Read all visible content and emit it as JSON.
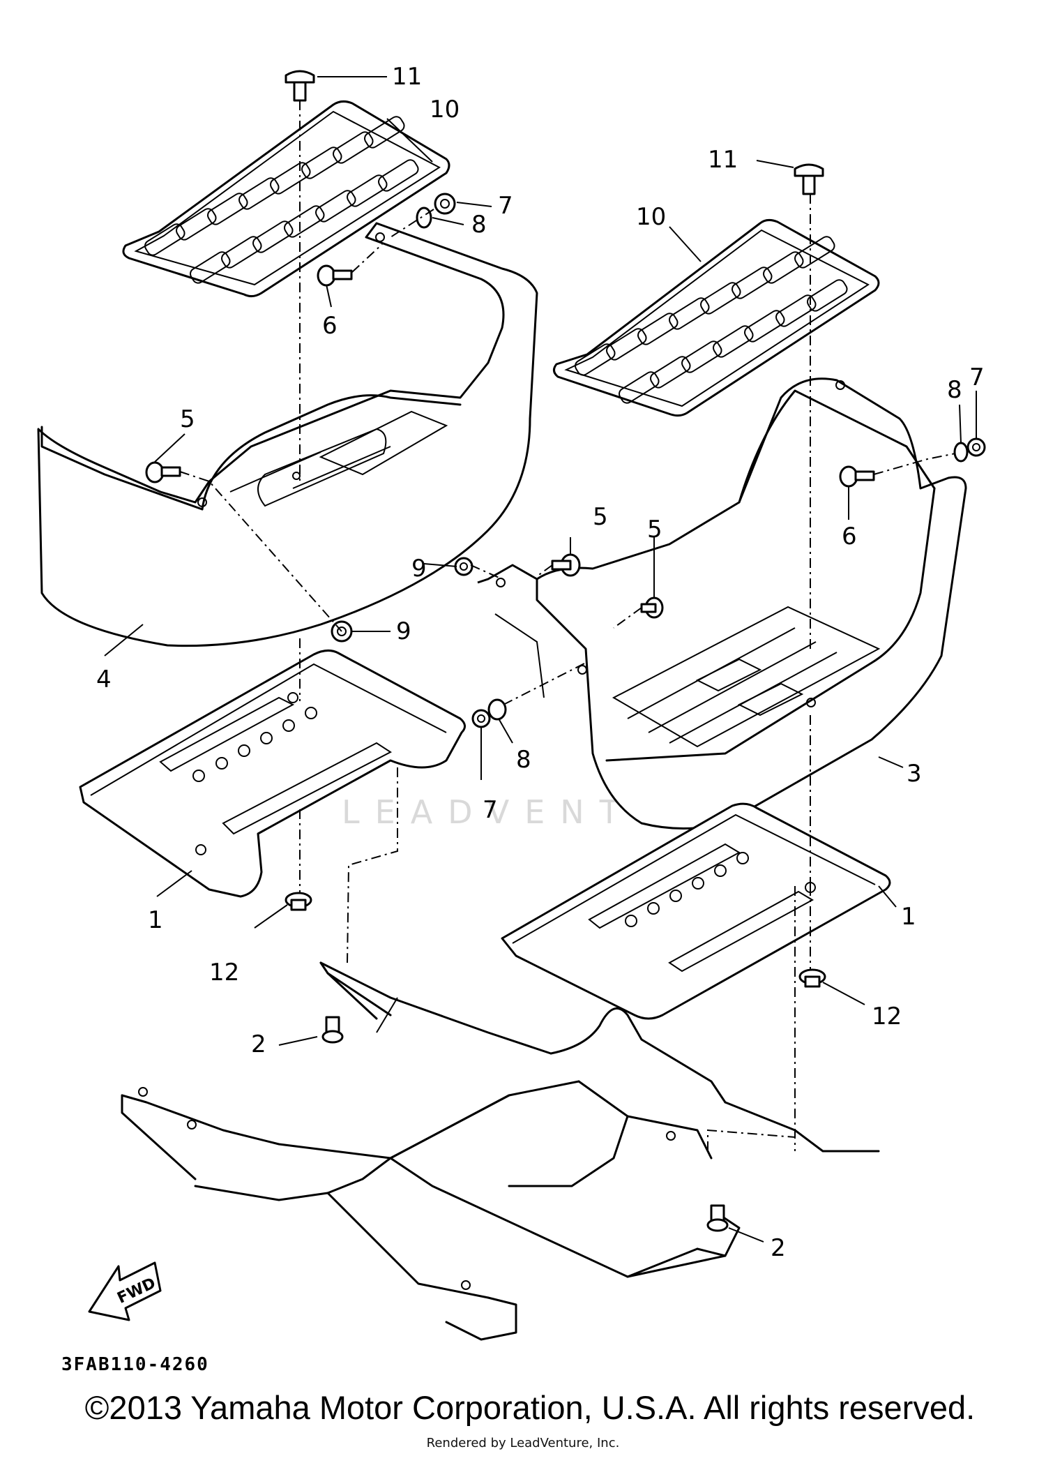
{
  "callouts": {
    "c11_top_left": "11",
    "c10_top_left": "10",
    "c7_top_left": "7",
    "c8_top_left": "8",
    "c6_left": "6",
    "c5_left": "5",
    "c9_left_upper": "9",
    "c9_left_lower": "9",
    "c4": "4",
    "c1_left": "1",
    "c12_left": "12",
    "c2_upper": "2",
    "c11_right": "11",
    "c10_right": "10",
    "c8_right": "8",
    "c7_right": "7",
    "c6_right": "6",
    "c5_mid_a": "5",
    "c5_mid_b": "5",
    "c7_mid": "7",
    "c8_mid": "8",
    "c3": "3",
    "c1_right": "1",
    "c12_right": "12",
    "c2_lower": "2"
  },
  "fwd_label": "FWD",
  "part_code": "3FAB110-4260",
  "watermark": "LEADVENTURE",
  "copyright": "©2013 Yamaha Motor Corporation, U.S.A. All rights reserved.",
  "rendered_by": "Rendered by LeadVenture, Inc."
}
